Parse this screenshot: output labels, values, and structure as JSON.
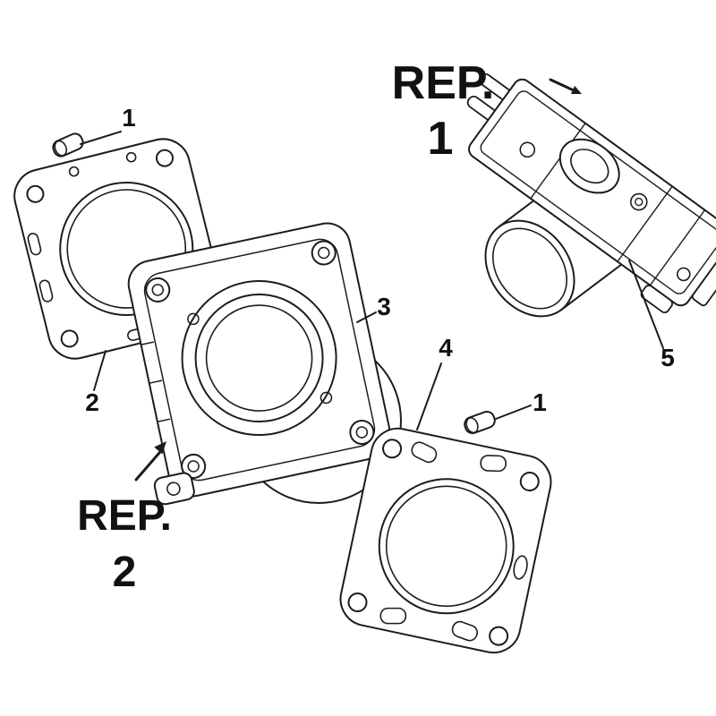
{
  "page": {
    "background": "#ffffff",
    "ink": "#1c1c1c"
  },
  "rep1": {
    "line1": "REP.",
    "line2": "1"
  },
  "rep2": {
    "line1": "REP.",
    "line2": "2"
  },
  "callouts": [
    {
      "label": "1"
    },
    {
      "label": "2"
    },
    {
      "label": "3"
    },
    {
      "label": "4"
    },
    {
      "label": "1"
    },
    {
      "label": "5"
    }
  ]
}
